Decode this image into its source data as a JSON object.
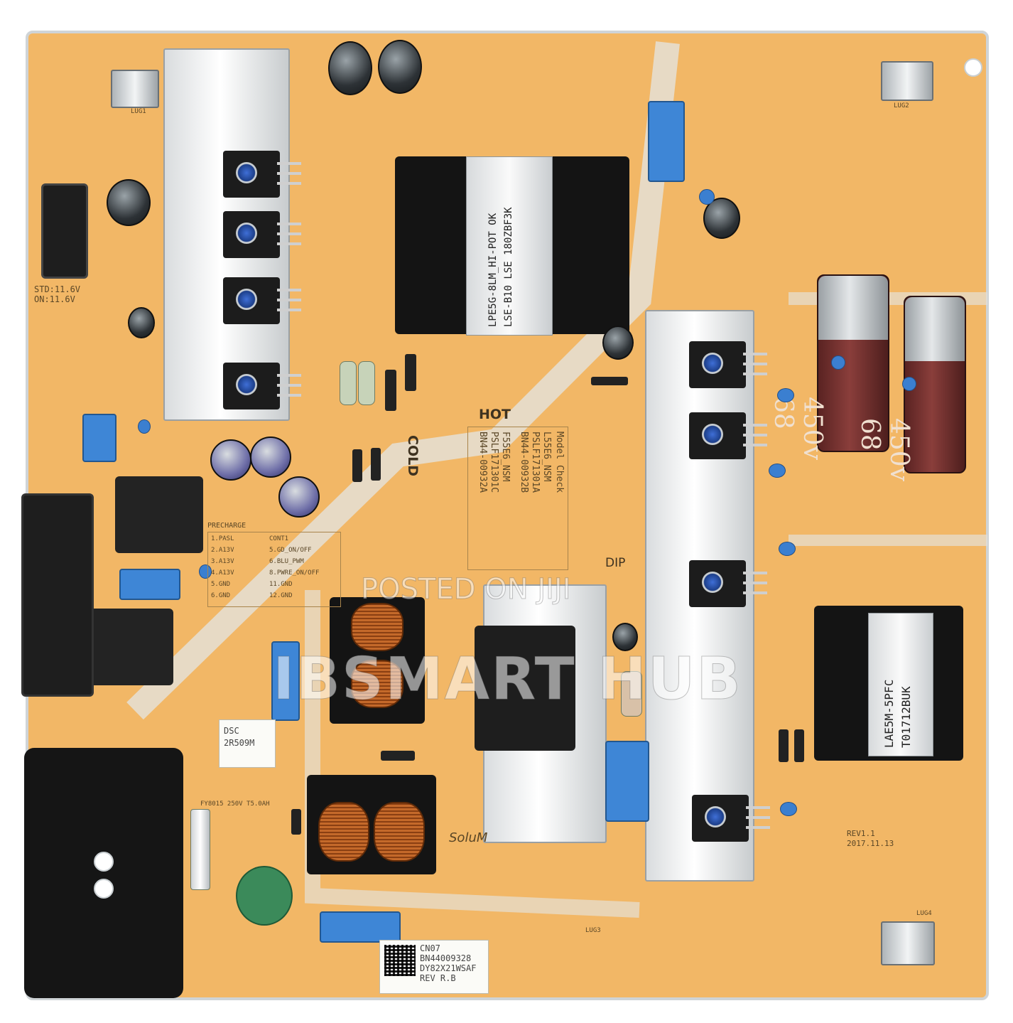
{
  "watermark": {
    "line1": "POSTED ON JIJI",
    "line2": "IBSMART HUB"
  },
  "silkscreen": {
    "hot": "HOT",
    "cold": "COLD",
    "dip": "DIP",
    "brand": "SoluM",
    "voltage_std": "STD:11.6V",
    "voltage_on": "ON:11.6V",
    "model_header": "Model  Check",
    "model_lines": [
      "L55E6_NSM",
      "PSLF171301A",
      "BN44-00932B"
    ],
    "alt_model_lines": [
      "F55E6_NSM",
      "PSLF171301C",
      "BN44-00932A"
    ],
    "connector_pins": [
      "1.PASL",
      "2.A13V",
      "3.A13V",
      "4.A13V",
      "5.GND",
      "6.GND"
    ],
    "connector_pins_b": [
      "CONT1",
      "5.GD_ON/OFF",
      "6.BLU_PWM",
      "8.PWRE_ON/OFF",
      "11.GND",
      "12.GND"
    ],
    "precharge": "PRECHARGE",
    "rev": "REV1.1",
    "date": "2017.11.13",
    "cn": "CN07",
    "lugs": [
      "LUG1",
      "LUG2",
      "LUG3",
      "LUG4"
    ]
  },
  "components": {
    "main_transformer_top": "LPE5G-8LM_HI-POT OK",
    "main_transformer_bottom": "LSE-B10 LSE 180ZBF3K",
    "pfc_transformer_top": "LAE5M-5PFC",
    "pfc_transformer_bottom": "T01712BUK",
    "bulk_cap_voltage": "450v",
    "bulk_cap_value": "68",
    "resistor_label_top": "DSC",
    "resistor_label_value": "2R509M",
    "fuse": "FY8015 250V T5.0AH"
  },
  "sticker": {
    "line1": "CN07",
    "line2": "BN44009328",
    "line3": "DY82X21WSAF",
    "line4": "REV R.B"
  }
}
